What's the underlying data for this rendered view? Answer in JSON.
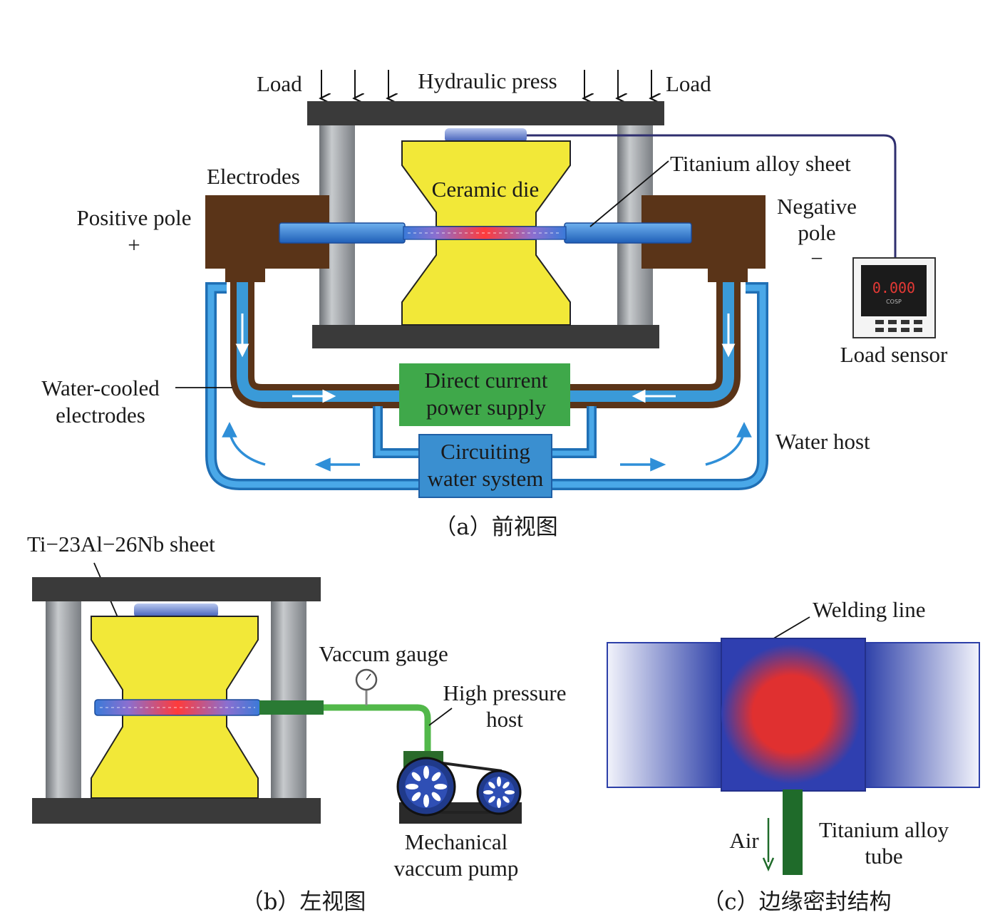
{
  "panel_a": {
    "labels": {
      "load_left": "Load",
      "load_right": "Load",
      "hydraulic_press": "Hydraulic press",
      "electrodes": "Electrodes",
      "positive_pole": "Positive pole",
      "positive_sign": "+",
      "ceramic_die": "Ceramic die",
      "titanium_alloy_sheet": "Titanium alloy sheet",
      "negative_pole_1": "Negative",
      "negative_pole_2": "pole",
      "negative_sign": "−",
      "load_sensor": "Load sensor",
      "sensor_display": "0.000",
      "sensor_brand": "COSP",
      "water_cooled_1": "Water-cooled",
      "water_cooled_2": "electrodes",
      "dc_power_1": "Direct current",
      "dc_power_2": "power supply",
      "circ_water_1": "Circuiting",
      "circ_water_2": "water system",
      "water_host": "Water host"
    },
    "caption": "（a）前视图"
  },
  "panel_b": {
    "labels": {
      "sheet": "Ti−23Al−26Nb sheet",
      "vaccum_gauge": "Vaccum gauge",
      "high_pressure_1": "High pressure",
      "high_pressure_2": "host",
      "pump_1": "Mechanical",
      "pump_2": "vaccum pump"
    },
    "caption": "（b）左视图"
  },
  "panel_c": {
    "labels": {
      "welding_line": "Welding line",
      "air": "Air",
      "tube_1": "Titanium alloy",
      "tube_2": "tube"
    },
    "caption": "（c）边缘密封结构"
  },
  "colors": {
    "die_yellow": "#f2e838",
    "press_dark": "#3a3a3a",
    "column_gray": "#9a9ea3",
    "electrode_brown": "#5a3418",
    "water_blue": "#3a9ad8",
    "dc_green": "#3fa84a",
    "hot_red": "#e23a3a",
    "pipe_green": "#52b84a",
    "tube_dark_green": "#1f6b2a",
    "panel_c_blue": "#2f4bb0"
  }
}
